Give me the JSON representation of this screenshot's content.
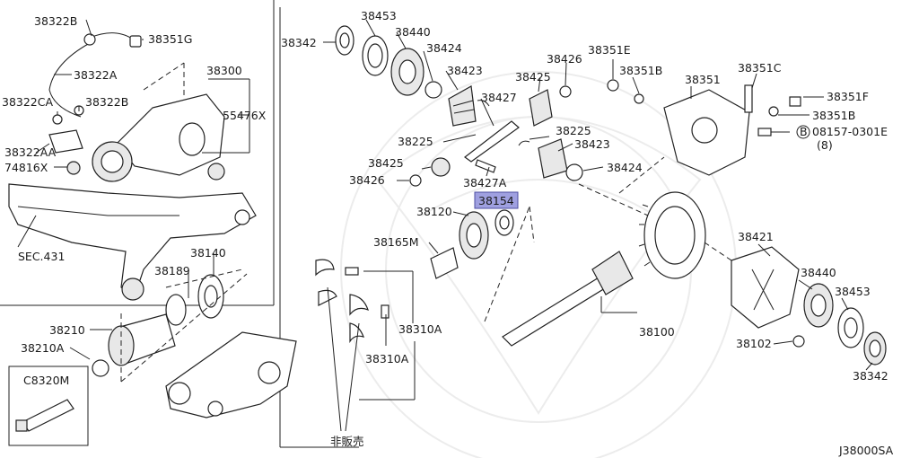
{
  "diagram": {
    "catalog_code": "J38000SA",
    "highlight_color": "#9fa0e0",
    "highlighted_part": "38154",
    "labels": {
      "p38322B_a": "38322B",
      "p38351G": "38351G",
      "p38322A": "38322A",
      "p38300": "38300",
      "p38322CA": "38322CA",
      "p38322B_b": "38322B",
      "p55476X": "55476X",
      "p38322AA": "38322AA",
      "p74816X": "74816X",
      "sec431": "SEC.431",
      "p38140": "38140",
      "p38189": "38189",
      "p38210": "38210",
      "p38210A": "38210A",
      "pC8320M": "C8320M",
      "p38453_a": "38453",
      "p38342_a": "38342",
      "p38440_a": "38440",
      "p38424_a": "38424",
      "p38423_a": "38423",
      "p38427": "38427",
      "p38425_a": "38425",
      "p38426_a": "38426",
      "p38225_a": "38225",
      "p38225_b": "38225",
      "p38423_b": "38423",
      "p38424_b": "38424",
      "p38425_b": "38425",
      "p38426_b": "38426",
      "p38427A": "38427A",
      "p38154": "38154",
      "p38120": "38120",
      "p38165M": "38165M",
      "p38310A_a": "38310A",
      "p38310A_b": "38310A",
      "not_for_sale": "非販売",
      "p38351E": "38351E",
      "p38351B_a": "38351B",
      "p38351": "38351",
      "p38351C": "38351C",
      "p38351F": "38351F",
      "p38351B_b": "38351B",
      "bolt_code": "08157-0301E",
      "bolt_qty": "(8)",
      "bolt_marker": "B",
      "p38421": "38421",
      "p38440_b": "38440",
      "p38453_b": "38453",
      "p38100": "38100",
      "p38102": "38102",
      "p38342_b": "38342"
    }
  }
}
